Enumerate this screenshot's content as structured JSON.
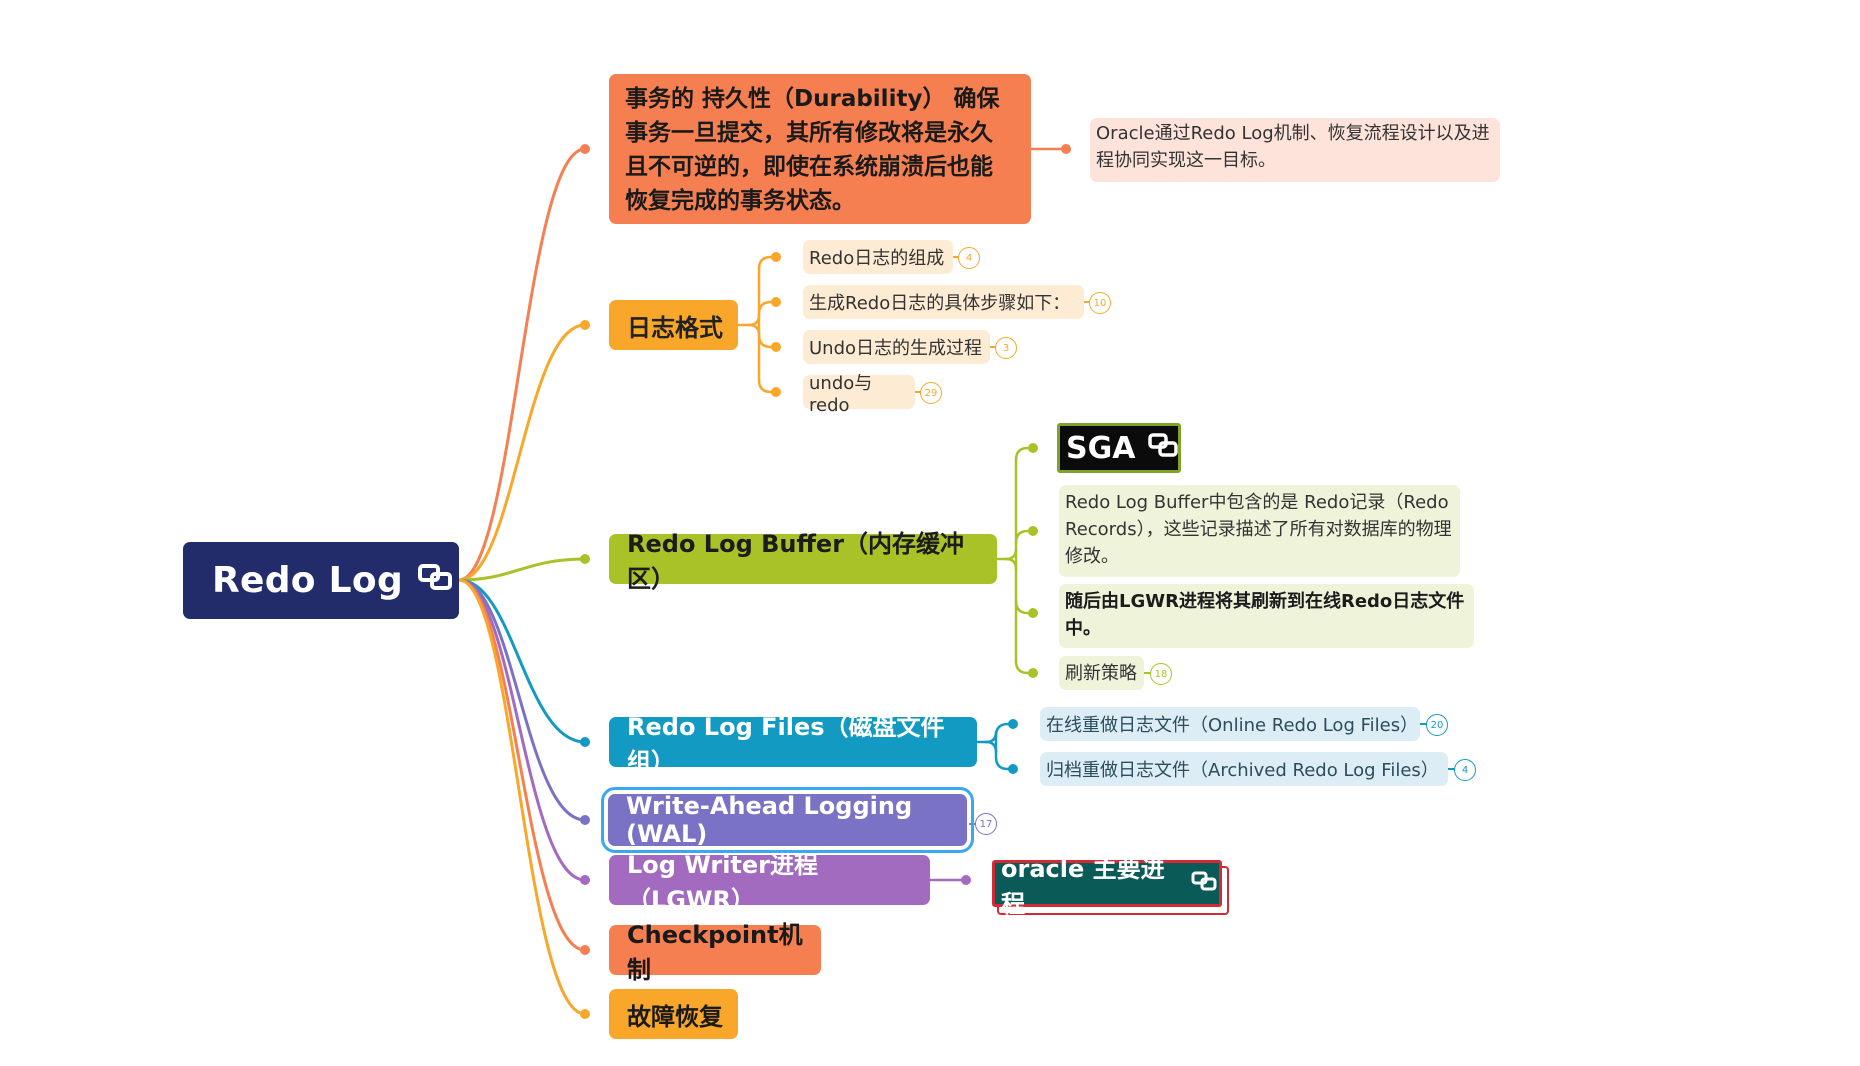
{
  "root": {
    "label": "Redo Log",
    "icon": "link-icon"
  },
  "branches": [
    {
      "id": "durability",
      "label": "事务的 持久性（Durability） 确保事务一旦提交，其所有修改将是永久且不可逆的，即使在系统崩溃后也能恢复完成的事务状态。",
      "color": "#f67f52",
      "children": [
        {
          "label": "Oracle通过Redo Log机制、恢复流程设计以及进程协同实现这一目标。"
        }
      ]
    },
    {
      "id": "log-format",
      "label": "日志格式",
      "color": "#f9a72b",
      "children": [
        {
          "label": "Redo日志的组成",
          "count": "4"
        },
        {
          "label": "生成Redo日志的具体步骤如下：",
          "count": "10"
        },
        {
          "label": "Undo日志的生成过程",
          "count": "3"
        },
        {
          "label": "undo与redo",
          "count": "29"
        }
      ]
    },
    {
      "id": "redo-log-buffer",
      "label": "Redo Log Buffer（内存缓冲区）",
      "color": "#a9c227",
      "children": [
        {
          "label": "SGA",
          "icon": "link-icon"
        },
        {
          "label": "Redo Log Buffer中包含的是 Redo记录（Redo Records），这些记录描述了所有对数据库的物理修改。"
        },
        {
          "label": "随后由LGWR进程将其刷新到在线Redo日志文件中。"
        },
        {
          "label": "刷新策略",
          "count": "18"
        }
      ]
    },
    {
      "id": "redo-log-files",
      "label": "Redo Log Files（磁盘文件组）",
      "color": "#139ac2",
      "children": [
        {
          "label": "在线重做日志文件（Online Redo Log Files）",
          "count": "20"
        },
        {
          "label": "归档重做日志文件（Archived Redo Log Files）",
          "count": "4"
        }
      ]
    },
    {
      "id": "wal",
      "label": "Write-Ahead Logging (WAL)",
      "color": "#7a72c4",
      "count": "17"
    },
    {
      "id": "lgwr",
      "label": "Log Writer进程（LGWR）",
      "color": "#a26bbf",
      "children": [
        {
          "label": "oracle 主要进程",
          "icon": "link-icon"
        }
      ]
    },
    {
      "id": "checkpoint",
      "label": "Checkpoint机制",
      "color": "#f67f52"
    },
    {
      "id": "recovery",
      "label": "故障恢复",
      "color": "#f9a72b"
    }
  ]
}
